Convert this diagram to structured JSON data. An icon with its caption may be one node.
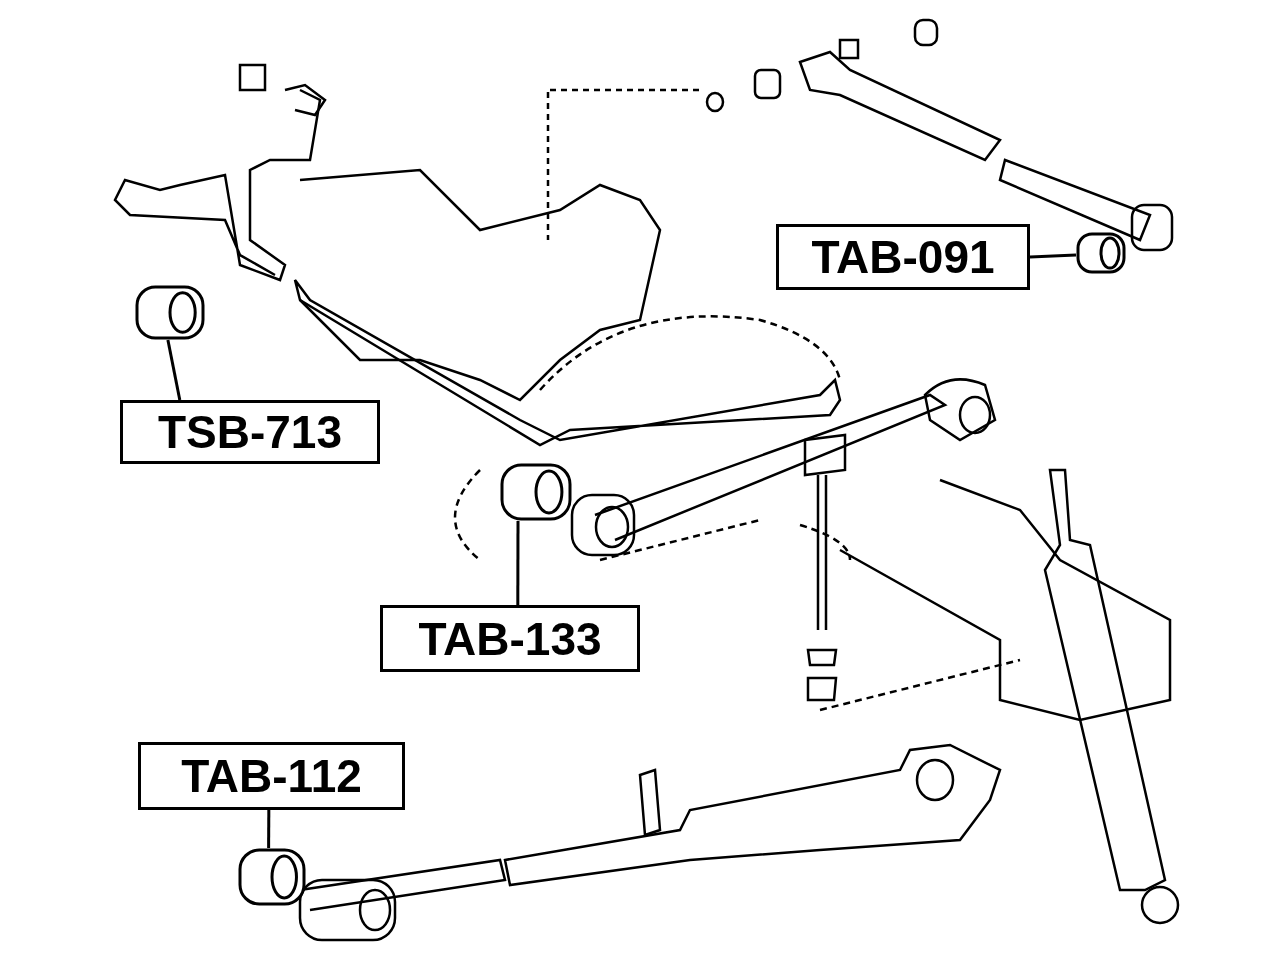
{
  "diagram": {
    "nodes": [
      {
        "text": [
          "TAB-091"
        ]
      },
      {
        "text": [],
        "shape": "cylinder"
      },
      {
        "text": [
          "TSB-713"
        ]
      },
      {
        "text": [],
        "shape": "cylinder"
      },
      {
        "text": [
          "TAB-133"
        ]
      },
      {
        "text": [],
        "shape": "cylinder"
      },
      {
        "text": [
          "TAB-112"
        ]
      },
      {
        "text": [],
        "shape": "cylinder"
      }
    ],
    "edges": [
      {
        "from": 0,
        "to": 1,
        "arrow": "none"
      },
      {
        "from": 2,
        "to": 3,
        "arrow": "none"
      },
      {
        "from": 4,
        "to": 5,
        "arrow": "none"
      },
      {
        "from": 6,
        "to": 7,
        "arrow": "none"
      }
    ]
  }
}
